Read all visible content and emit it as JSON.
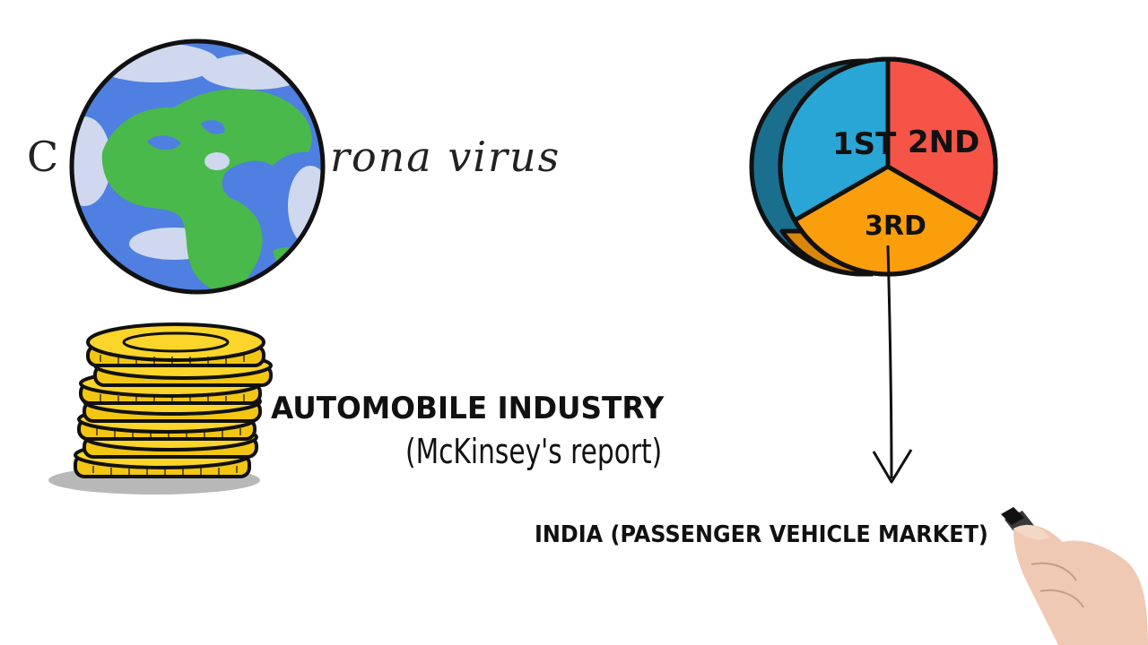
{
  "headline": {
    "first_letter": "C",
    "rest": "rona virus"
  },
  "industry": {
    "title": "AUTOMOBILE INDUSTRY",
    "source": "(McKinsey's report)"
  },
  "pie": {
    "labels": [
      "1ST",
      "2ND",
      "3RD"
    ],
    "colors": [
      "#29a6d6",
      "#f65447",
      "#fb9e0b"
    ]
  },
  "market": {
    "text": "INDIA (PASSENGER VEHICLE MARKET)"
  },
  "icons": {
    "globe": "globe-icon",
    "coins": "coin-stack-icon",
    "arrow": "arrow-down-icon",
    "hand": "hand-with-marker"
  }
}
